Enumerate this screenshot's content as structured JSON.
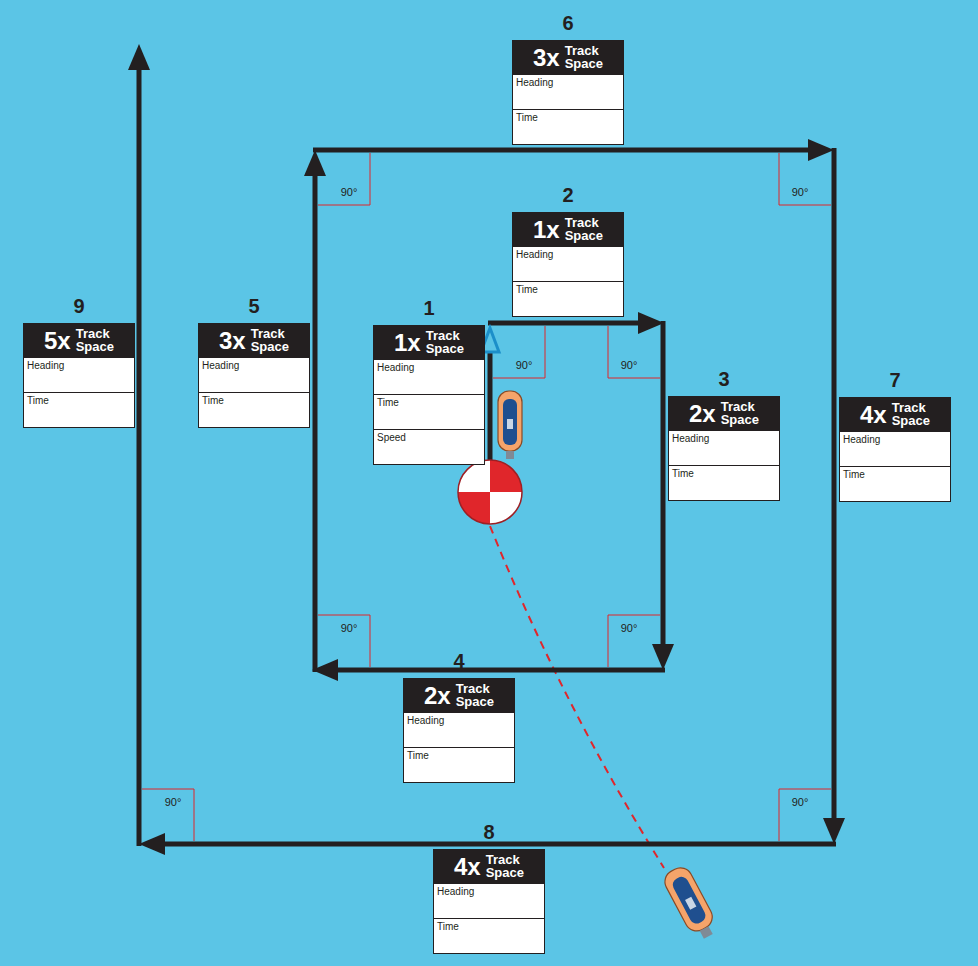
{
  "diagram": {
    "nodes": [
      {
        "text": [
          "1",
          "1x",
          "Track Space",
          "Heading",
          "Time",
          "Speed"
        ]
      },
      {
        "text": [
          "2",
          "1x",
          "Track Space",
          "Heading",
          "Time"
        ]
      },
      {
        "text": [
          "3",
          "2x",
          "Track Space",
          "Heading",
          "Time"
        ]
      },
      {
        "text": [
          "4",
          "2x",
          "Track Space",
          "Heading",
          "Time"
        ]
      },
      {
        "text": [
          "5",
          "3x",
          "Track Space",
          "Heading",
          "Time"
        ]
      },
      {
        "text": [
          "6",
          "3x",
          "Track Space",
          "Heading",
          "Time"
        ]
      },
      {
        "text": [
          "7",
          "4x",
          "Track Space",
          "Heading",
          "Time"
        ]
      },
      {
        "text": [
          "8",
          "4x",
          "Track Space",
          "Heading",
          "Time"
        ]
      },
      {
        "text": [
          "9",
          "5x",
          "Track Space",
          "Heading",
          "Time"
        ]
      }
    ],
    "labels": [
      "90°",
      "90°",
      "90°",
      "90°",
      "90°",
      "90°",
      "90°",
      "90°"
    ]
  }
}
